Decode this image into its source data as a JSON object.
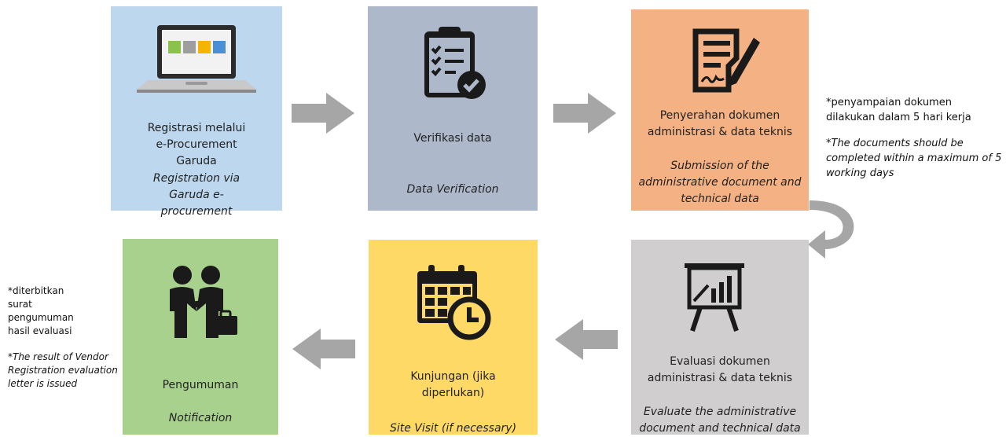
{
  "steps": [
    {
      "id": "registration",
      "title": "Registrasi melalui e-Procurement Garuda",
      "subtitle": "Registration via Garuda e-procurement",
      "color": "#bdd7ee"
    },
    {
      "id": "verification",
      "title": "Verifikasi data",
      "subtitle": "Data Verification",
      "color": "#adb9ca"
    },
    {
      "id": "submission",
      "title": "Penyerahan dokumen administrasi & data teknis",
      "subtitle": "Submission of the administrative document and technical data",
      "color": "#f4b183"
    },
    {
      "id": "evaluation",
      "title": "Evaluasi dokumen administrasi & data teknis",
      "subtitle": "Evaluate the administrative document and technical data",
      "color": "#d0cece"
    },
    {
      "id": "site-visit",
      "title": "Kunjungan (jika diperlukan)",
      "subtitle": "Site Visit (if necessary)",
      "color": "#ffd966"
    },
    {
      "id": "notification",
      "title": "Pengumuman",
      "subtitle": "Notification",
      "color": "#a9d18e"
    }
  ],
  "notes": {
    "submission": {
      "id_text": "*penyampaian dokumen dilakukan dalam 5 hari kerja",
      "en_text": "*The documents should be completed within a maximum of 5 working days"
    },
    "notification": {
      "id_text": "*diterbitkan surat pengumuman hasil evaluasi",
      "en_text": "*The result of Vendor Registration evaluation letter is issued"
    }
  },
  "icons": {
    "registration": "laptop-icon",
    "verification": "clipboard-checklist-icon",
    "submission": "document-signature-icon",
    "evaluation": "presentation-chart-icon",
    "site-visit": "calendar-clock-icon",
    "notification": "handshake-icon"
  },
  "colors": {
    "arrow": "#a6a6a6",
    "icon": "#1a1a1a"
  }
}
